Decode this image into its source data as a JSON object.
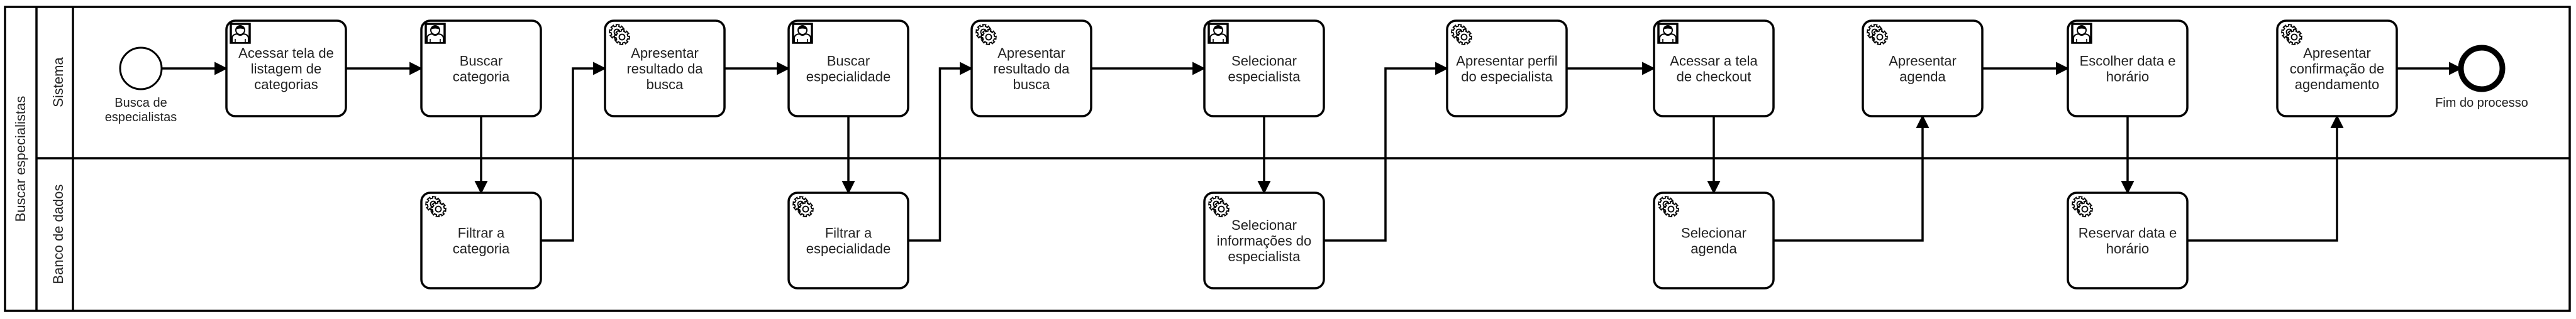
{
  "pool": {
    "label": "Buscar especialistas"
  },
  "lanes": [
    {
      "id": "sistema",
      "label": "Sistema"
    },
    {
      "id": "banco",
      "label": "Banco de dados"
    }
  ],
  "events": [
    {
      "id": "start",
      "kind": "start",
      "label": [
        "Busca de",
        "especialistas"
      ]
    },
    {
      "id": "end",
      "kind": "end",
      "label": [
        "Fim do processo"
      ]
    }
  ],
  "tasks": [
    {
      "id": "t1",
      "type": "user",
      "label": [
        "Acessar tela de",
        "listagem de",
        "categorias"
      ]
    },
    {
      "id": "t2",
      "type": "user",
      "label": [
        "Buscar",
        "categoria"
      ]
    },
    {
      "id": "t3",
      "type": "service",
      "label": [
        "Filtrar a",
        "categoria"
      ]
    },
    {
      "id": "t4",
      "type": "service",
      "label": [
        "Apresentar",
        "resultado da",
        "busca"
      ]
    },
    {
      "id": "t5",
      "type": "user",
      "label": [
        "Buscar",
        "especialidade"
      ]
    },
    {
      "id": "t6",
      "type": "service",
      "label": [
        "Filtrar a",
        "especialidade"
      ]
    },
    {
      "id": "t7",
      "type": "service",
      "label": [
        "Apresentar",
        "resultado da",
        "busca"
      ]
    },
    {
      "id": "t8",
      "type": "user",
      "label": [
        "Selecionar",
        "especialista"
      ]
    },
    {
      "id": "t9",
      "type": "service",
      "label": [
        "Selecionar",
        "informações do",
        "especialista"
      ]
    },
    {
      "id": "t10",
      "type": "service",
      "label": [
        "Apresentar perfil",
        "do especialista"
      ]
    },
    {
      "id": "t11",
      "type": "user",
      "label": [
        "Acessar a tela",
        "de checkout"
      ]
    },
    {
      "id": "t12",
      "type": "service",
      "label": [
        "Selecionar",
        "agenda"
      ]
    },
    {
      "id": "t13",
      "type": "service",
      "label": [
        "Apresentar",
        "agenda"
      ]
    },
    {
      "id": "t14",
      "type": "user",
      "label": [
        "Escolher data e",
        "horário"
      ]
    },
    {
      "id": "t15",
      "type": "service",
      "label": [
        "Reservar data e",
        "horário"
      ]
    },
    {
      "id": "t16",
      "type": "service",
      "label": [
        "Apresentar",
        "confirmação de",
        "agendamento"
      ]
    }
  ],
  "flows": [
    [
      "start",
      "t1"
    ],
    [
      "t1",
      "t2"
    ],
    [
      "t2",
      "t3"
    ],
    [
      "t3",
      "t4"
    ],
    [
      "t4",
      "t5"
    ],
    [
      "t5",
      "t6"
    ],
    [
      "t6",
      "t7"
    ],
    [
      "t7",
      "t8"
    ],
    [
      "t8",
      "t9"
    ],
    [
      "t9",
      "t10"
    ],
    [
      "t10",
      "t11"
    ],
    [
      "t11",
      "t12"
    ],
    [
      "t12",
      "t13"
    ],
    [
      "t13",
      "t14"
    ],
    [
      "t14",
      "t15"
    ],
    [
      "t15",
      "t16"
    ],
    [
      "t16",
      "end"
    ]
  ]
}
